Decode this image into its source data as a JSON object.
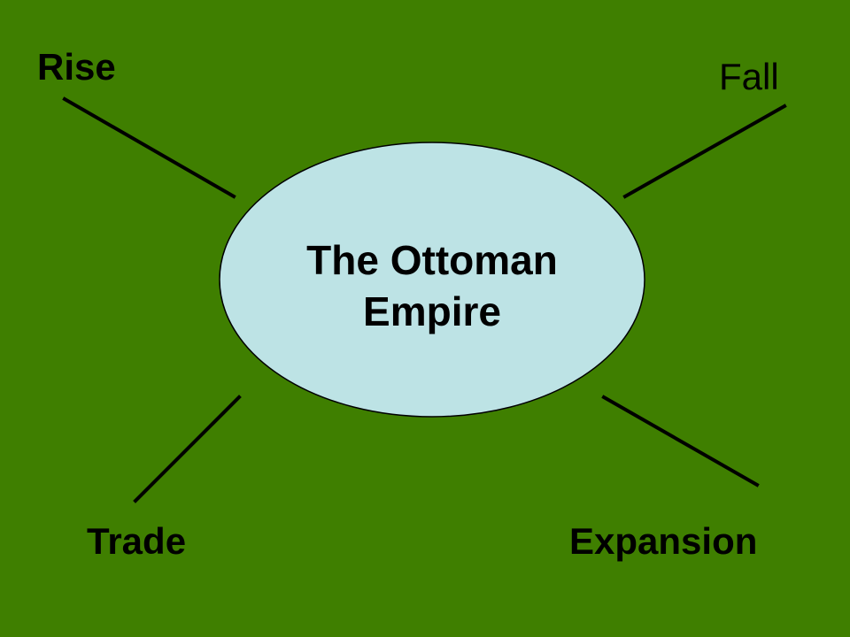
{
  "slide": {
    "background_color": "#3f7f00",
    "center": {
      "line1": "The Ottoman",
      "line2": "Empire",
      "fill_color": "#bde3e5"
    },
    "branches": {
      "rise": "Rise",
      "fall": "Fall",
      "trade": "Trade",
      "expansion": "Expansion"
    }
  }
}
